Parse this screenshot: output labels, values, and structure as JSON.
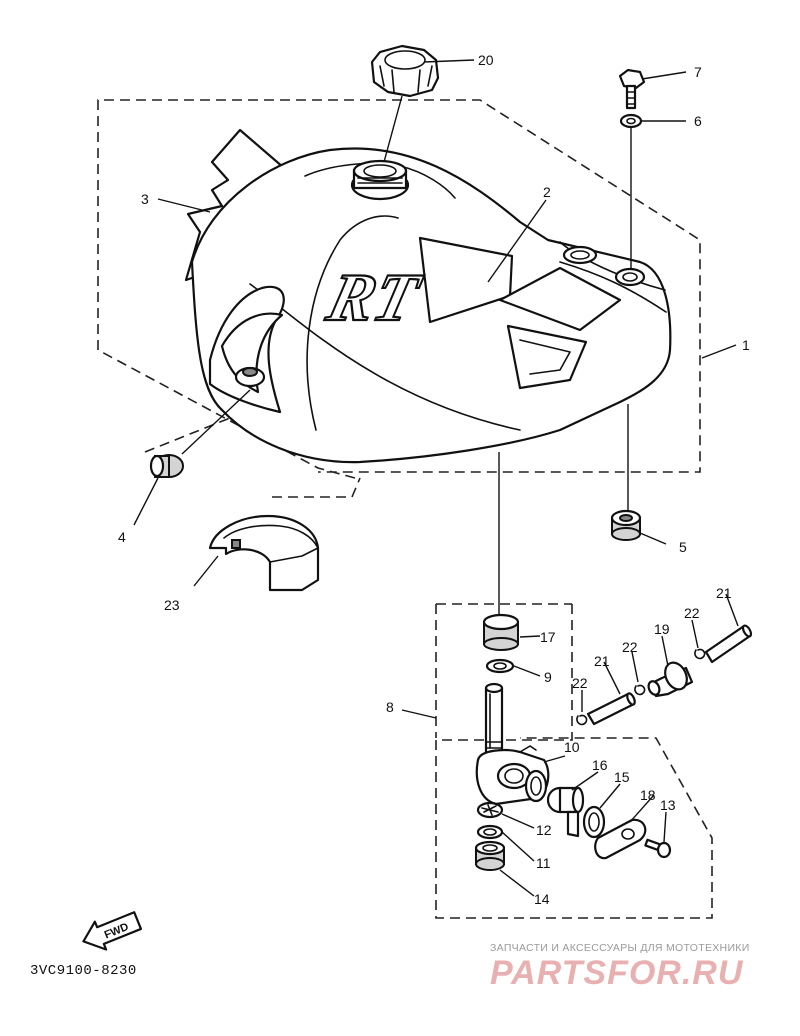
{
  "callouts": {
    "c1": "1",
    "c2": "2",
    "c3": "3",
    "c4": "4",
    "c5": "5",
    "c6": "6",
    "c7": "7",
    "c8": "8",
    "c9": "9",
    "c10": "10",
    "c11": "11",
    "c12": "12",
    "c13": "13",
    "c14": "14",
    "c15": "15",
    "c16": "16",
    "c17": "17",
    "c18": "18",
    "c19": "19",
    "c20": "20",
    "c21a": "21",
    "c21b": "21",
    "c22a": "22",
    "c22b": "22",
    "c22c": "22",
    "c23": "23"
  },
  "tank_badge": "RT",
  "fwd_label": "FWD",
  "diagram_code": "3VC9100-8230",
  "watermark": {
    "tagline": "ЗАПЧАСТИ И АКСЕССУАРЫ ДЛЯ МОТОТЕХНИКИ",
    "brand": "PARTSFOR.RU"
  }
}
